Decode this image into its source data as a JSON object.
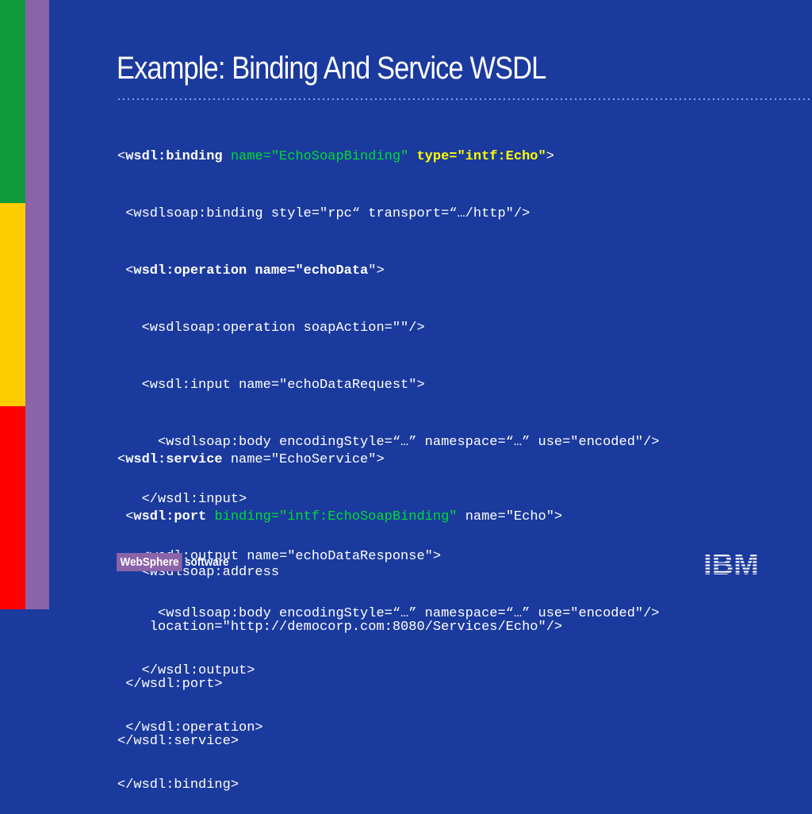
{
  "slide": {
    "title": "Example: Binding And Service WSDL"
  },
  "binding_code": {
    "l1": {
      "open": "<",
      "tag": "wsdl:binding",
      "sp": " ",
      "name_attr": "name=\"EchoSoapBinding\"",
      "type_attr": "type=\"intf:Echo\"",
      "close": ">"
    },
    "l2": " <wsdlsoap:binding style=\"rpc“ transport=“…/http\"/>",
    "l3": {
      "open": " <",
      "tag": "wsdl:operation name=\"echoData",
      "close": "\">"
    },
    "l4": "   <wsdlsoap:operation soapAction=\"\"/>",
    "l5": "   <wsdl:input name=\"echoDataRequest\">",
    "l6": "     <wsdlsoap:body encodingStyle=“…” namespace=“…” use=\"encoded\"/>",
    "l7": "   </wsdl:input>",
    "l8": "   <wsdl:output name=\"echoDataResponse\">",
    "l9": "     <wsdlsoap:body encodingStyle=“…” namespace=“…” use=\"encoded\"/>",
    "l10": "   </wsdl:output>",
    "l11": " </wsdl:operation>",
    "l12": "</wsdl:binding>"
  },
  "service_code": {
    "l1": {
      "open": "<",
      "tag": "wsdl:service",
      "rest": " name=\"EchoService\">"
    },
    "l2": {
      "open": " <",
      "tag": "wsdl:port",
      "binding_attr": "binding=\"intf:EchoSoapBinding\"",
      "rest": " name=\"Echo\">"
    },
    "l3": "   <wsdlsoap:address",
    "l4": "    location=\"http://democorp.com:8080/Services/Echo\"/>",
    "l5": " </wsdl:port>",
    "l6": "</wsdl:service>"
  },
  "footer": {
    "websphere": "WebSphere",
    "software": "software",
    "ibm": "IBM"
  },
  "colors": {
    "background": "#1b3a9e",
    "green_stripe": "#0f9b3b",
    "yellow_stripe": "#ffcc00",
    "red_stripe": "#ff0000",
    "purple_stripe": "#8a63a8",
    "highlight_green": "#00dd33",
    "highlight_yellow": "#ffff00"
  }
}
